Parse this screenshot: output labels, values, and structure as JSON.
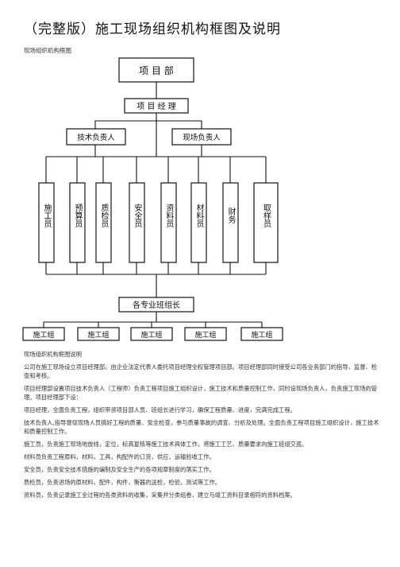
{
  "title": "（完整版）施工现场组织机构框图及说明",
  "chart_heading": "现场组织机构框图",
  "org": {
    "top": "项 目 部",
    "manager": "项 目 经 理",
    "tech_lead": "技术负责人",
    "site_lead": "现场负责人",
    "roles": [
      "施工员",
      "预算员",
      "质检员",
      "安全员",
      "资料员",
      "材料员",
      "财务",
      "取样员"
    ],
    "foremen": "各专业班组长",
    "crews": [
      "施工组",
      "施工组",
      "施工组",
      "施工组",
      "施工组"
    ]
  },
  "description": {
    "heading": "现场组织机构框图说明",
    "paragraphs": [
      "公司在施工现场设立项目经理部。由企业法定代表人委托项目经理全权管理项目部。项目经理部同时接受公司各业务部门的指导、监督、检查和考核。",
      "项目经理部设置项目技术负责人（工程师）负责工程项目施工组织设计，施工技术和质量控制工作，同时设现场负责人，负责施工现场的管理。项目经理部下设：",
      "项目经理，全面负责工程，组织带领项目部人员、班组长进行学习，确保工程质量、进度，完满完成工程。",
      "技术负责人,指导督促现场人员搞好工程的质量、安全检查，参与质量事故的调查、分析及处理。全面负责工程项目施工组织设计，施工技术和质量控制工作。",
      "施工员，负责施工现场地放线，定位，标高复核等施工技术具体工作。将施工工艺、质量要求向施工班组交底。",
      "材料员负责工程原料，材料，工具，构配件的订货，供应，运输验收工作。",
      "安全员，负责安全技术措施的编制及安全生产的各项规章制度的落实工作。",
      "质检员，负责进场的原材料，配件，构件，衡器的送检，检验，测试等工作。",
      "资料员，负责记录施工全过程的各类资料的收集，采集并分类组卷，建立与竣工资料目录相符的资料档案。"
    ]
  }
}
